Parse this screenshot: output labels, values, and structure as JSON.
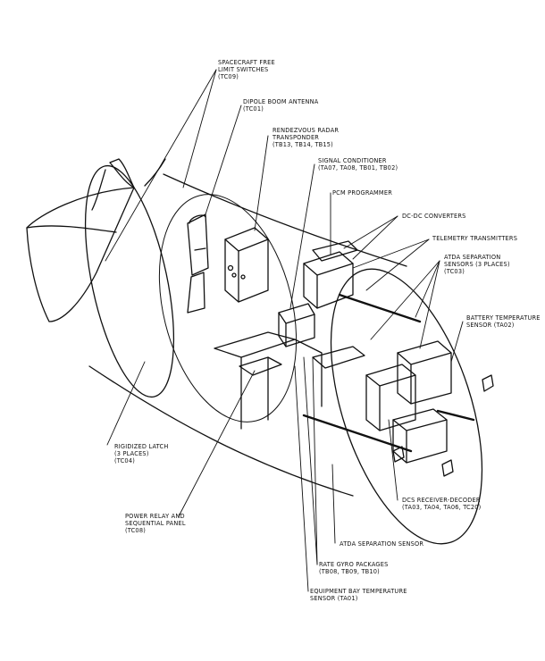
{
  "labels": [
    {
      "id": "tc09",
      "lines": [
        "SPACECRAFT FREE",
        "LIMIT SWITCHES",
        "(TC09)"
      ]
    },
    {
      "id": "tc01",
      "lines": [
        "DIPOLE BOOM ANTENNA",
        "(TC01)"
      ]
    },
    {
      "id": "radar",
      "lines": [
        "RENDEZVOUS RADAR",
        "TRANSPONDER",
        "(TB13, TB14, TB15)"
      ]
    },
    {
      "id": "sigcond",
      "lines": [
        "SIGNAL CONDITIONER",
        "(TA07, TA08, TB01, TB02)"
      ]
    },
    {
      "id": "pcm",
      "lines": [
        "PCM PROGRAMMER"
      ]
    },
    {
      "id": "dcdc",
      "lines": [
        "DC-DC CONVERTERS"
      ]
    },
    {
      "id": "telem",
      "lines": [
        "TELEMETRY TRANSMITTERS"
      ]
    },
    {
      "id": "atdasep3",
      "lines": [
        "ATDA SEPARATION",
        "SENSORS (3 PLACES)",
        "(TC03)"
      ]
    },
    {
      "id": "battemp",
      "lines": [
        "BATTERY TEMPERATURE",
        "SENSOR (TA02)"
      ]
    },
    {
      "id": "latch",
      "lines": [
        "RIGIDIZED LATCH",
        "(3 PLACES)",
        "(TC04)"
      ]
    },
    {
      "id": "dcs",
      "lines": [
        "DCS RECEIVER-DECODER",
        "(TA03, TA04, TA06, TC20)"
      ]
    },
    {
      "id": "relay",
      "lines": [
        "POWER RELAY AND",
        "SEQUENTIAL PANEL",
        "(TC08)"
      ]
    },
    {
      "id": "atdasep",
      "lines": [
        "ATDA SEPARATION SENSOR"
      ]
    },
    {
      "id": "gyro",
      "lines": [
        "RATE GYRO PACKAGES",
        "(TB08, TB09, TB10)"
      ]
    },
    {
      "id": "eqbay",
      "lines": [
        "EQUIPMENT BAY TEMPERATURE",
        "SENSOR (TA01)"
      ]
    }
  ]
}
